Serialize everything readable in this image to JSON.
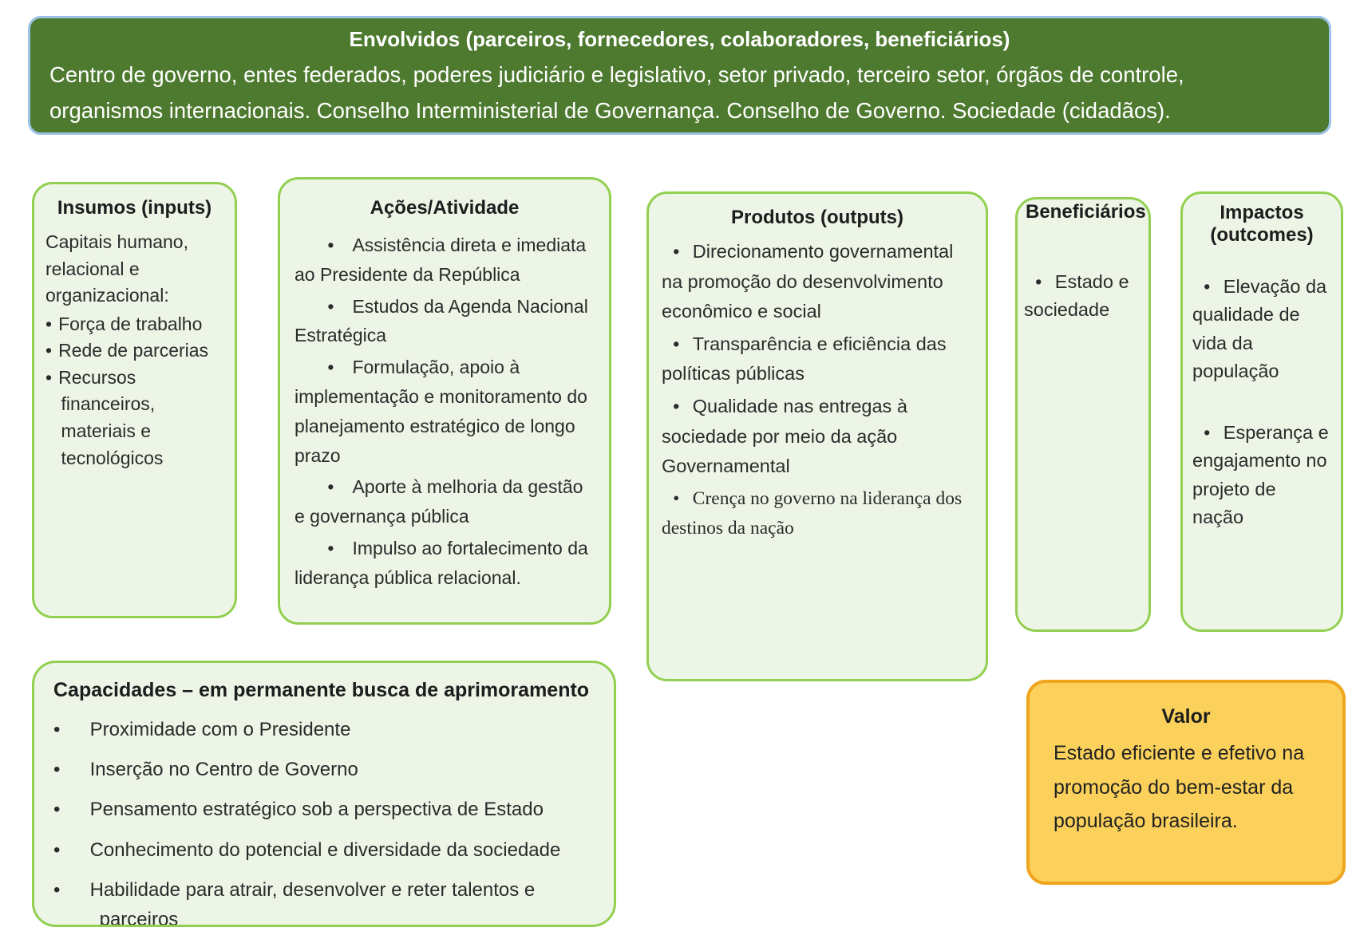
{
  "banner": {
    "title": "Envolvidos (parceiros, fornecedores, colaboradores, beneficiários)",
    "body_line1": "Centro de governo, entes federados, poderes judiciário e legislativo, setor privado, terceiro setor, órgãos de controle,",
    "body_line2": "organismos internacionais. Conselho Interministerial de Governança. Conselho de Governo. Sociedade (cidadãos)."
  },
  "insumos": {
    "title": "Insumos (inputs)",
    "intro": "Capitais humano, relacional e organizacional:",
    "bullets": [
      "Força de trabalho",
      "Rede de parcerias",
      "Recursos financeiros, materiais e tecnológicos"
    ]
  },
  "acoes": {
    "title": "Ações/Atividade",
    "bullets": [
      "Assistência direta e imediata ao Presidente da República",
      "Estudos da Agenda Nacional Estratégica",
      "Formulação, apoio à implementação e monitoramento do planejamento estratégico de longo prazo",
      "Aporte à melhoria da gestão e governança pública",
      "Impulso ao fortalecimento da liderança pública relacional."
    ]
  },
  "produtos": {
    "title": "Produtos (outputs)",
    "bullets": [
      "Direcionamento governamental na promoção do desenvolvimento econômico e social",
      "Transparência e eficiência das políticas públicas",
      "Qualidade nas entregas à sociedade por meio da ação Governamental"
    ],
    "bullets_serif": [
      "Crença no governo na liderança dos destinos da nação"
    ]
  },
  "beneficiarios": {
    "title": "Beneficiários",
    "bullets": [
      "Estado e sociedade"
    ]
  },
  "impactos": {
    "title_line1": "Impactos",
    "title_line2": "(outcomes)",
    "bullets": [
      "Elevação da qualidade de vida da população",
      "Esperança e engajamento no projeto de nação"
    ]
  },
  "capacidades": {
    "title": "Capacidades – em permanente busca de aprimoramento",
    "bullets": [
      "Proximidade com o Presidente",
      "Inserção no Centro de Governo",
      "Pensamento estratégico sob a perspectiva de Estado",
      "Conhecimento do potencial e diversidade da sociedade",
      "Habilidade para atrair, desenvolver e reter talentos e parceiros"
    ]
  },
  "valor": {
    "title": "Valor",
    "body": "Estado eficiente e efetivo na promoção do bem-estar da população brasileira."
  },
  "colors": {
    "banner_fill": "#4E7A30",
    "banner_border": "#9CC2E5",
    "green_box_fill": "#EDF5E6",
    "green_box_border": "#92D050",
    "valor_fill": "#FBD15B",
    "valor_border": "#EFA51E"
  }
}
